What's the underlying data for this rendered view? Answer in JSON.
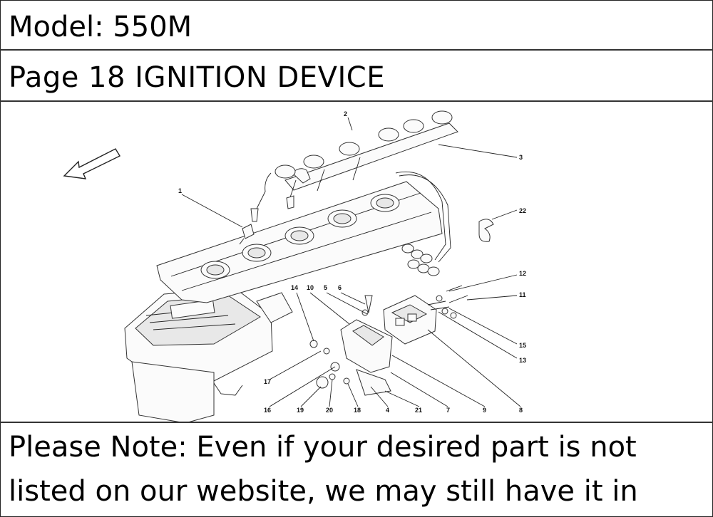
{
  "header": {
    "model": "Model: 550M",
    "page": "Page 18  IGNITION DEVICE"
  },
  "diagram": {
    "callouts": [
      "1",
      "2",
      "3",
      "22",
      "12",
      "11",
      "15",
      "13",
      "14",
      "10",
      "5",
      "6",
      "17",
      "16",
      "19",
      "20",
      "18",
      "4",
      "21",
      "7",
      "9",
      "8"
    ],
    "icons": [
      "direction-arrow-icon"
    ]
  },
  "note": {
    "line1": "Please Note: Even if your desired part is not",
    "line2": "listed on our website, we may still have it in"
  }
}
